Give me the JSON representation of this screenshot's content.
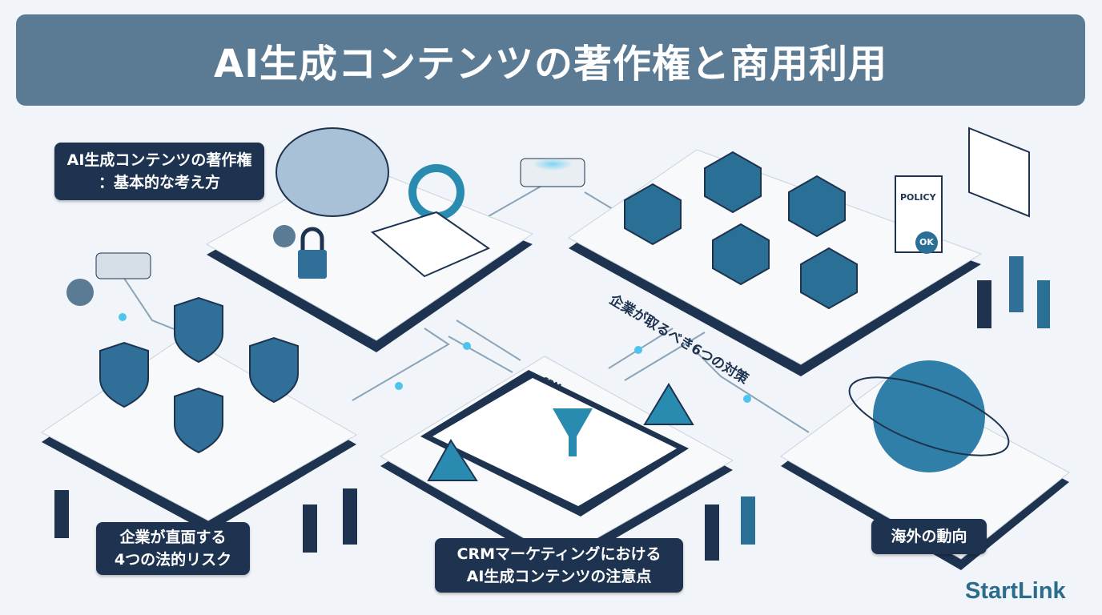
{
  "title": "AI生成コンテンツの著作権と商用利用",
  "sections": [
    {
      "line1": "AI生成コンテンツの著作権",
      "line2": "：基本的な考え方"
    },
    {
      "line1": "企業が直面する",
      "line2": "4つの法的リスク"
    },
    {
      "line1": "CRMマーケティングにおける",
      "line2": "AI生成コンテンツの注意点"
    },
    {
      "line1": "海外の動向"
    }
  ],
  "platform_label": "企業が取るべき6つの対策",
  "illustration_text": {
    "crm": "CRM",
    "policy": "POLICY",
    "ok": "OK"
  },
  "brand": "StartLink",
  "colors": {
    "banner": "#5b7a93",
    "label": "#1d3350",
    "accent": "#2a8bb0",
    "brand": "#2b6c8c"
  }
}
